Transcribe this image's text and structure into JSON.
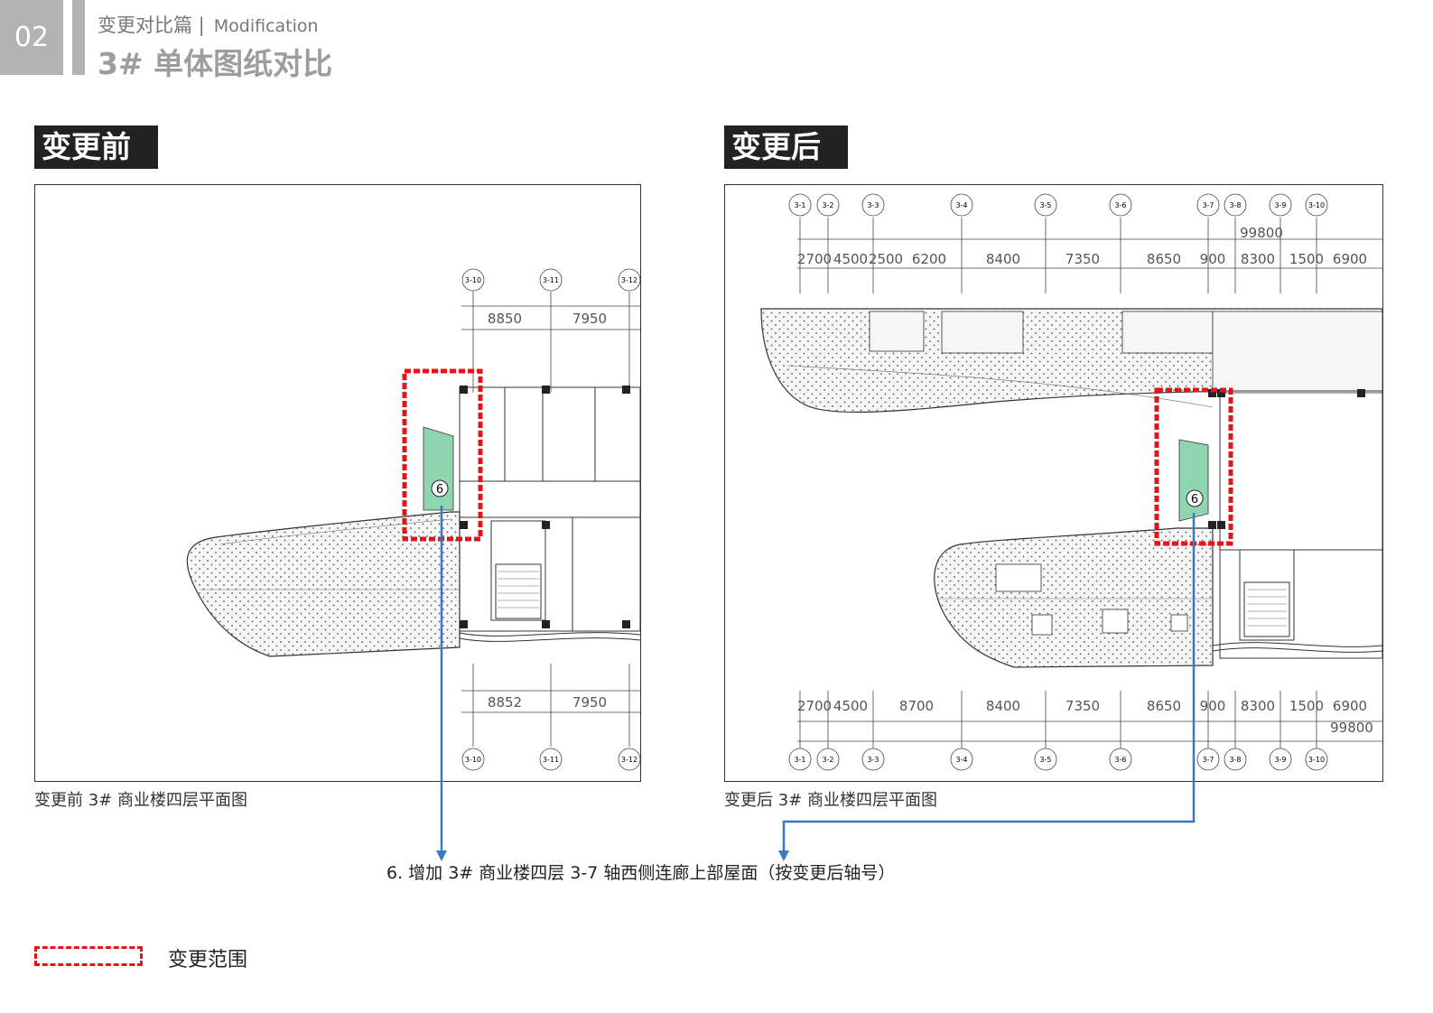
{
  "header": {
    "section_number": "02",
    "subtitle_cn": "变更对比篇 |",
    "subtitle_en": "Modification",
    "title": "3# 单体图纸对比"
  },
  "before": {
    "tag": "变更前",
    "caption": "变更前 3# 商业楼四层平面图",
    "axes_top": [
      "3-10",
      "3-11",
      "3-12"
    ],
    "axes_bottom": [
      "3-10",
      "3-11",
      "3-12"
    ],
    "dims_top": [
      "8850",
      "7950"
    ],
    "dims_bottom": [
      "8852",
      "7950"
    ],
    "marker": "6"
  },
  "after": {
    "tag": "变更后",
    "caption": "变更后 3# 商业楼四层平面图",
    "axes": [
      "3-1",
      "3-2",
      "3-3",
      "3-4",
      "3-5",
      "3-6",
      "3-7",
      "3-8",
      "3-9",
      "3-10"
    ],
    "total_dim": "99800",
    "dims_top": [
      "2700",
      "4500",
      "2500",
      "6200",
      "8400",
      "7350",
      "8650",
      "900",
      "8300",
      "1500",
      "6900"
    ],
    "dims_bottom": [
      "2700",
      "4500",
      "8700",
      "8400",
      "7350",
      "8650",
      "900",
      "8300",
      "1500",
      "6900"
    ],
    "marker": "6"
  },
  "note": "6. 增加 3# 商业楼四层 3-7 轴西侧连廊上部屋面（按变更后轴号）",
  "legend": {
    "label": "变更范围"
  },
  "colors": {
    "highlight_red": "#e3141a",
    "highlight_green": "#8fd5b0",
    "connector_blue": "#3a78c2",
    "header_gray": "#b3b3b3"
  }
}
